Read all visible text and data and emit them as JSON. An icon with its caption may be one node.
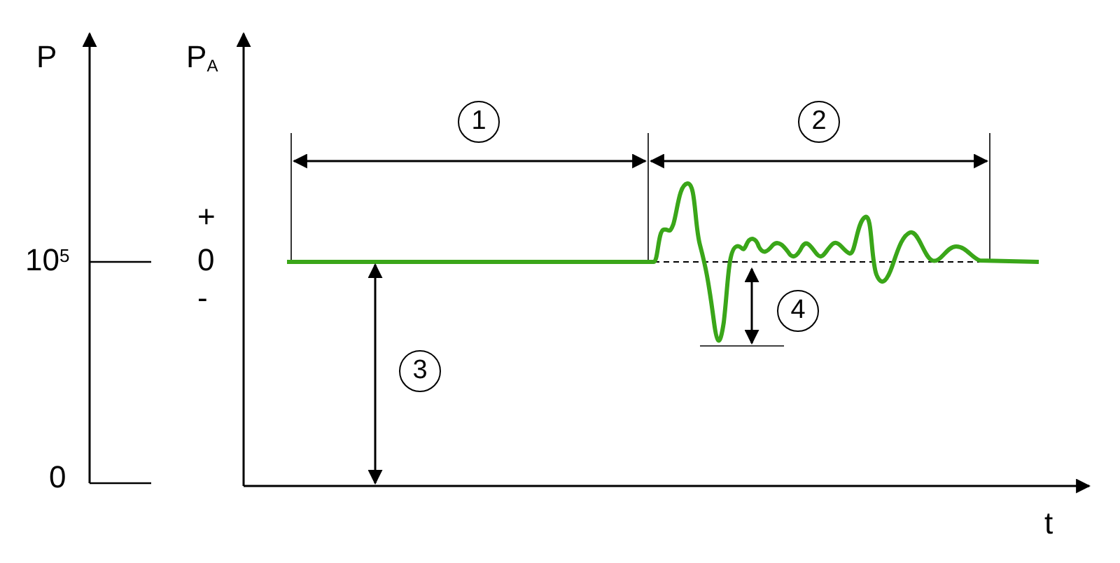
{
  "diagram": {
    "nodes": [
      {
        "text": [
          "1"
        ]
      },
      {
        "text": [
          "2"
        ]
      },
      {
        "text": [
          "3"
        ]
      },
      {
        "text": [
          "4"
        ]
      }
    ],
    "labels": [
      "P",
      "P$_{A}$",
      "10$^{5}$",
      "0",
      "+",
      "0",
      "-",
      "t"
    ]
  }
}
